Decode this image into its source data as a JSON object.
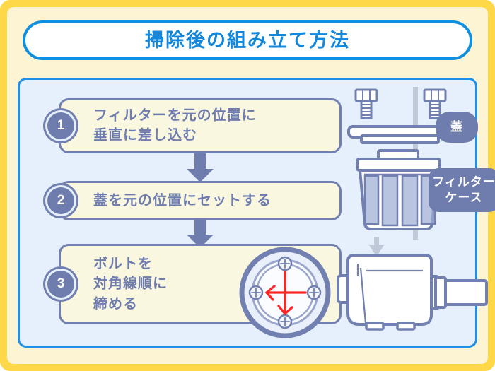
{
  "title": "掃除後の組み立て方法",
  "colors": {
    "outer_frame": "#FFD84A",
    "inner_bg": "#FDF4D4",
    "panel_bg": "#E6EFFC",
    "panel_border": "#1E90E8",
    "title_text": "#1287DC",
    "step_box_bg": "#FAF7E0",
    "accent_blue_gray": "#6E7CAE",
    "arrow_red": "#FF2424",
    "guide_gray": "#BFC9D8"
  },
  "steps": [
    {
      "number": "1",
      "text": "フィルターを元の位置に\n垂直に差し込む"
    },
    {
      "number": "2",
      "text": "蓋を元の位置にセットする"
    },
    {
      "number": "3",
      "text": "ボルトを\n対角線順に\n締める"
    }
  ],
  "labels": {
    "lid": "蓋",
    "filter_case": "フィルター\nケース"
  },
  "illustrations": {
    "assembly": {
      "name": "exploded-assembly-diagram",
      "parts": [
        "bolt-left",
        "bolt-right",
        "lid-plate",
        "filter-basket",
        "insert-guide-line"
      ],
      "bolt_count": 2
    },
    "housing": {
      "name": "filter-housing-body",
      "parts": [
        "tank-body",
        "outlet-pipe",
        "feet"
      ]
    },
    "bolt_order": {
      "name": "diagonal-tightening-pattern",
      "bolt_positions": [
        "top",
        "right",
        "bottom",
        "left"
      ],
      "bolt_count": 4,
      "arrow_directions": [
        "left",
        "down"
      ]
    }
  }
}
